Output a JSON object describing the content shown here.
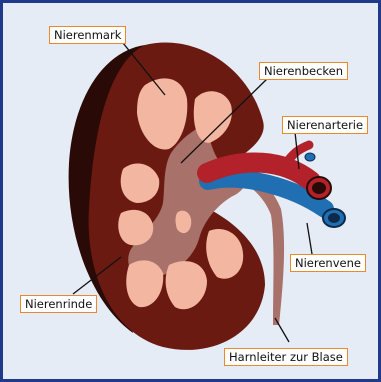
{
  "labels": {
    "nierenmark": "Nierenmark",
    "nierenbecken": "Nierenbecken",
    "nierenarterie": "Nierenarterie",
    "nierenvene": "Nierenvene",
    "nierenrinde": "Nierenrinde",
    "harnleiter": "Harnleiter zur Blase"
  },
  "colors": {
    "frame": "#1f3a8a",
    "background": "#e6ecf6",
    "cortex": "#6b1a12",
    "cortex_shadow": "#2a0a06",
    "medulla": "#f3b7a1",
    "pelvis": "#a8716a",
    "artery": "#b3222a",
    "vein": "#1f6fb2",
    "label_border": "#e8892b"
  }
}
